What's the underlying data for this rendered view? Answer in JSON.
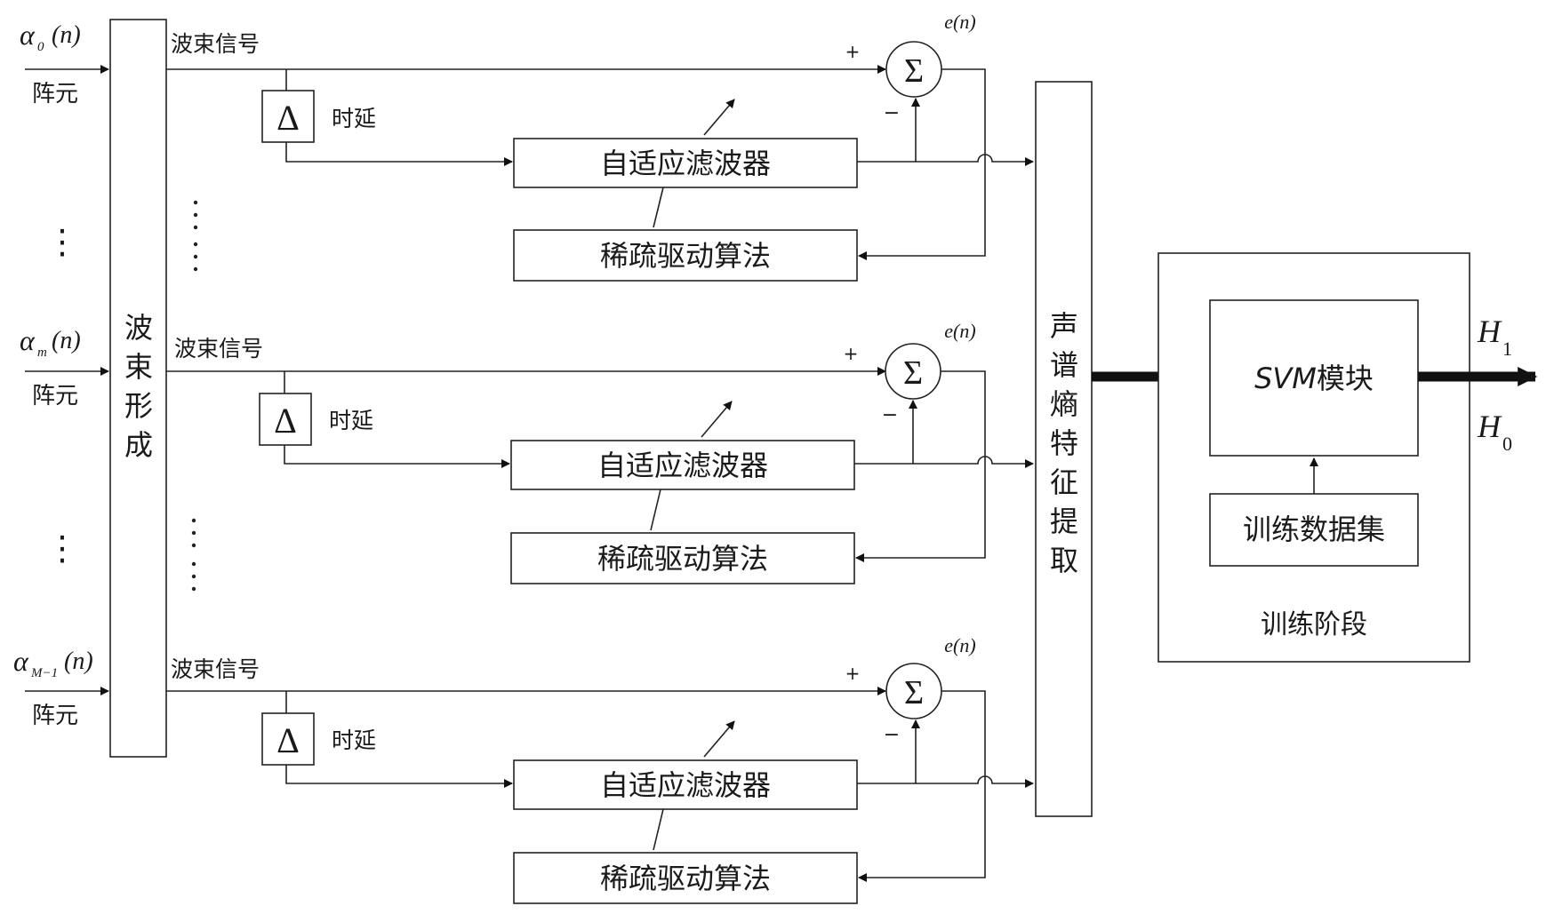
{
  "inputs": [
    {
      "symbol": "α",
      "sub": "0",
      "arg": "(n)",
      "element_label": "阵元"
    },
    {
      "symbol": "α",
      "sub": "m",
      "arg": "(n)",
      "element_label": "阵元"
    },
    {
      "symbol": "α",
      "sub": "M−1",
      "arg": "(n)",
      "element_label": "阵元"
    }
  ],
  "ellipsis": "⋮",
  "beamformer": {
    "chars": [
      "波",
      "束",
      "形",
      "成"
    ]
  },
  "branches": [
    {
      "beam_label": "波束信号",
      "delay_symbol": "Δ",
      "delay_label": "时延",
      "plus": "+",
      "minus": "−",
      "sum_symbol": "Σ",
      "error_label": "e(n)",
      "filter_label": "自适应滤波器",
      "algo_label": "稀疏驱动算法"
    },
    {
      "beam_label": "波束信号",
      "delay_symbol": "Δ",
      "delay_label": "时延",
      "plus": "+",
      "minus": "−",
      "sum_symbol": "Σ",
      "error_label": "e(n)",
      "filter_label": "自适应滤波器",
      "algo_label": "稀疏驱动算法"
    },
    {
      "beam_label": "波束信号",
      "delay_symbol": "Δ",
      "delay_label": "时延",
      "plus": "+",
      "minus": "−",
      "sum_symbol": "Σ",
      "error_label": "e(n)",
      "filter_label": "自适应滤波器",
      "algo_label": "稀疏驱动算法"
    }
  ],
  "feature_block": {
    "chars": [
      "声",
      "谱",
      "熵",
      "特",
      "征",
      "提",
      "取"
    ]
  },
  "training": {
    "svm_prefix": "SVM",
    "svm_suffix": "模块",
    "dataset_label": "训练数据集",
    "stage_label": "训练阶段"
  },
  "outputs": {
    "h1": {
      "letter": "H",
      "sub": "1"
    },
    "h0": {
      "letter": "H",
      "sub": "0"
    }
  }
}
